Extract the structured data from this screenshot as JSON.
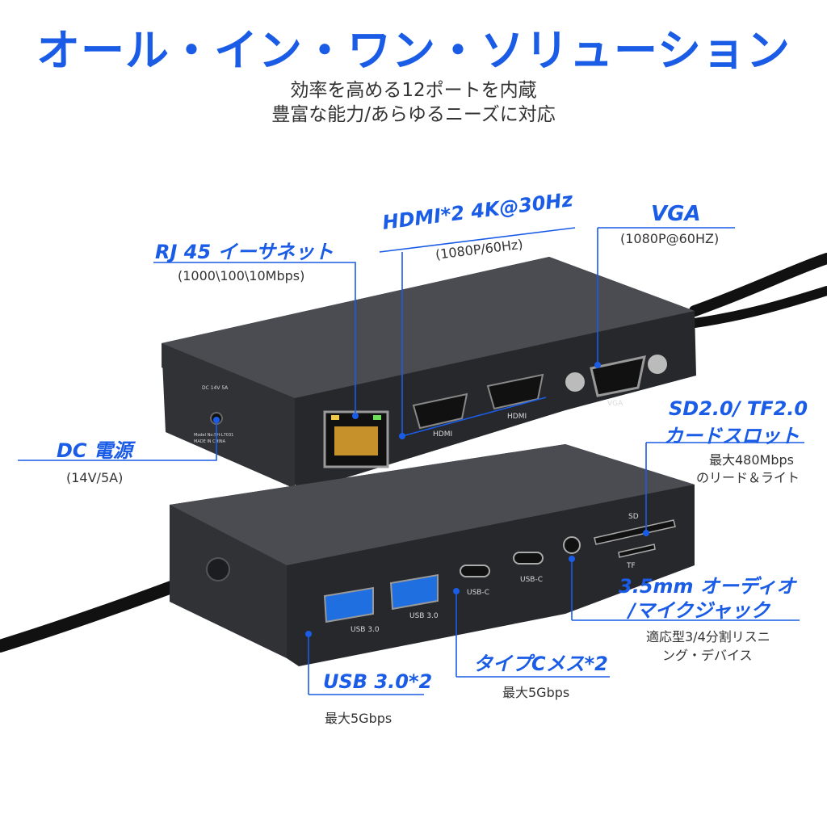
{
  "headline": "オール・イン・ワン・ソリューション",
  "subheadline": {
    "line1": "効率を高める12ポートを内蔵",
    "line2": "豊富な能力/あらゆるニーズに対応"
  },
  "callouts": {
    "rj45": {
      "title": "RJ 45 イーサネット",
      "spec": "(1000\\100\\10Mbps)"
    },
    "hdmi": {
      "title": "HDMI*2 4K@30Hz",
      "spec": "(1080P/60Hz)"
    },
    "vga": {
      "title": "VGA",
      "spec": "(1080P@60HZ)"
    },
    "dc": {
      "title": "DC 電源",
      "spec": "(14V/5A)"
    },
    "sdtf": {
      "title_line1": "SD2.0/ TF2.0",
      "title_line2": "カードスロット",
      "spec_line1": "最大480Mbps",
      "spec_line2": "のリード＆ライト"
    },
    "audio": {
      "title_line1": "3.5mm オーディオ",
      "title_line2": "/マイクジャック",
      "spec_line1": "適応型3/4分割リスニ",
      "spec_line2": "ング・デバイス"
    },
    "usbc": {
      "title": "タイプCメス*2",
      "spec": "最大5Gbps"
    },
    "usb3": {
      "title": "USB 3.0*2",
      "spec": "最大5Gbps"
    }
  },
  "device_markings": {
    "hdmi_1": "HDMI",
    "hdmi_2": "HDMI",
    "vga": "VGA",
    "usb3_1": "USB 3.0",
    "usb3_2": "USB 3.0",
    "usbc_1": "USB-C",
    "usbc_2": "USB-C",
    "sd": "SD",
    "tf": "TF",
    "dc_rating": "DC 14V 5A",
    "model": "Model No:SH-L7031",
    "made_in": "MADE IN CHINA"
  },
  "colors": {
    "accent": "#1a5ce6",
    "device_body": "#2b2d31",
    "device_top": "#3b3d42"
  }
}
